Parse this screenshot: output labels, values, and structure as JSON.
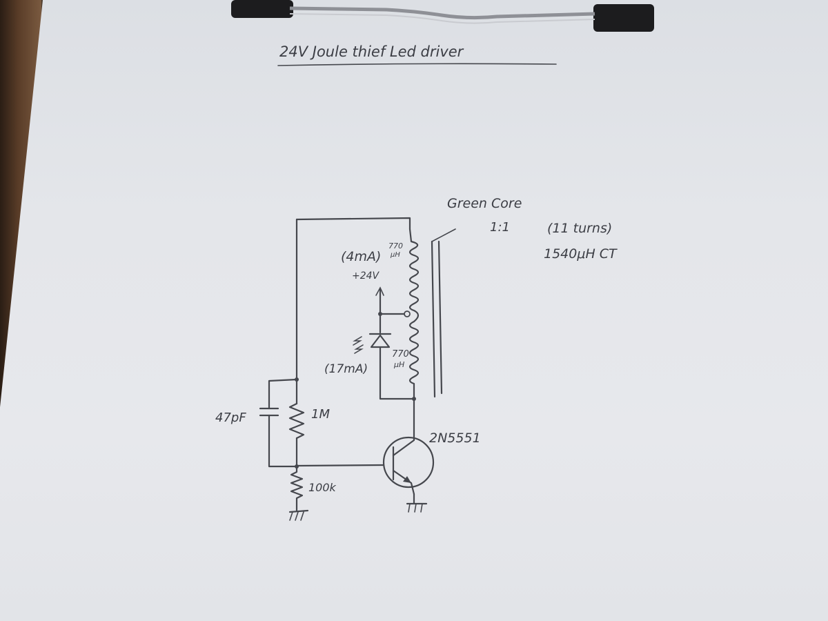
{
  "title": "24V Joule thief Led driver",
  "labels": {
    "core": "Green Core",
    "ratio": "1:1",
    "turns": "(11 turns)",
    "inductance": "1540μH CT",
    "current_top": "(4mA)",
    "coil_top": "770",
    "coil_top_unit": "μH",
    "supply": "+24V",
    "current_led": "(17mA)",
    "coil_bottom": "770",
    "coil_bottom_unit": "μH",
    "capacitor": "47pF",
    "resistor_1m": "1M",
    "resistor_100k": "100k",
    "transistor": "2N5551"
  },
  "colors": {
    "ink": "#3b3d44",
    "paper": "#e4e6ea",
    "clip": "#1c1c1e"
  }
}
